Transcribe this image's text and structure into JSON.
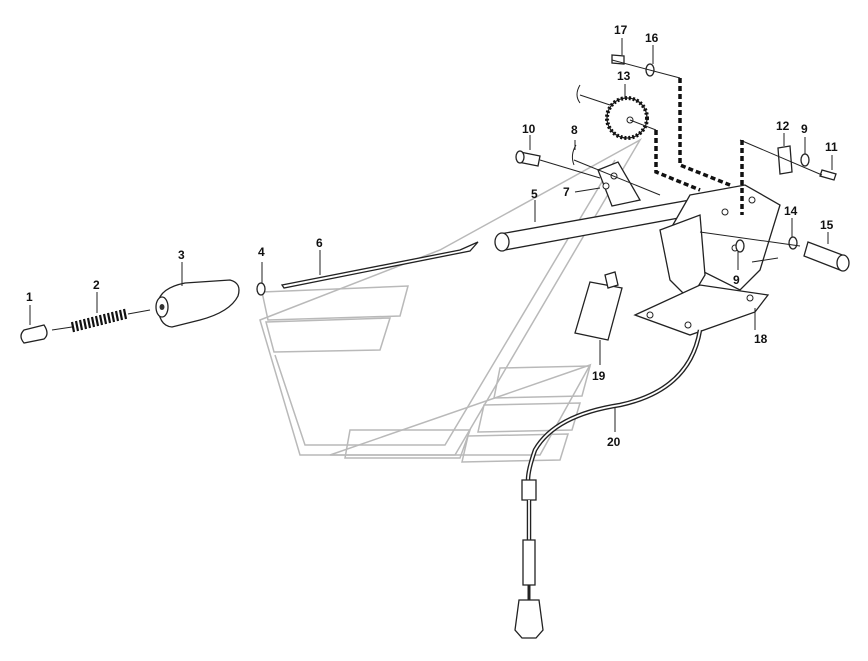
{
  "diagram": {
    "callouts": [
      {
        "id": "c1",
        "label": "1"
      },
      {
        "id": "c2",
        "label": "2"
      },
      {
        "id": "c3",
        "label": "3"
      },
      {
        "id": "c4",
        "label": "4"
      },
      {
        "id": "c5",
        "label": "5"
      },
      {
        "id": "c6",
        "label": "6"
      },
      {
        "id": "c7",
        "label": "7"
      },
      {
        "id": "c8",
        "label": "8"
      },
      {
        "id": "c9a",
        "label": "9"
      },
      {
        "id": "c9b",
        "label": "9"
      },
      {
        "id": "c10",
        "label": "10"
      },
      {
        "id": "c11",
        "label": "11"
      },
      {
        "id": "c12",
        "label": "12"
      },
      {
        "id": "c13",
        "label": "13"
      },
      {
        "id": "c14",
        "label": "14"
      },
      {
        "id": "c15",
        "label": "15"
      },
      {
        "id": "c16",
        "label": "16"
      },
      {
        "id": "c17",
        "label": "17"
      },
      {
        "id": "c18",
        "label": "18"
      },
      {
        "id": "c19",
        "label": "19"
      },
      {
        "id": "c20",
        "label": "20"
      }
    ],
    "colors": {
      "line": "#222222",
      "watermark": "#b9b9b9",
      "background": "#ffffff"
    }
  }
}
